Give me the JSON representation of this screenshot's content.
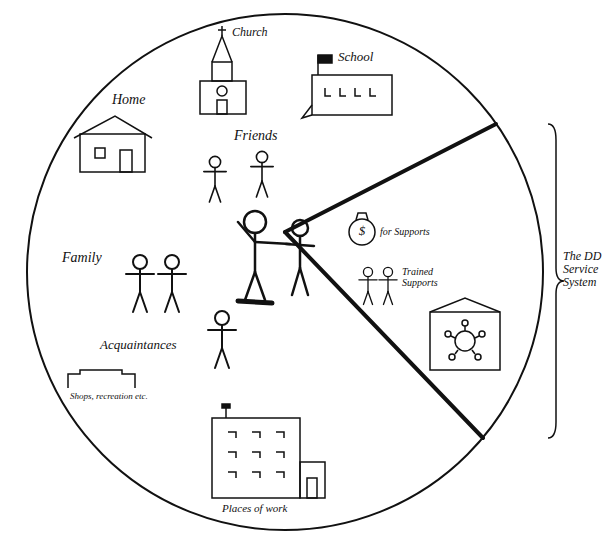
{
  "diagram": {
    "labels": [
      "Church",
      "School",
      "Friends",
      "Home",
      "Family",
      "Acquaintances",
      "Shops, recreation etc.",
      "Places of work",
      "$",
      "for Supports",
      "Trained Supports",
      "The DD Service System"
    ]
  }
}
